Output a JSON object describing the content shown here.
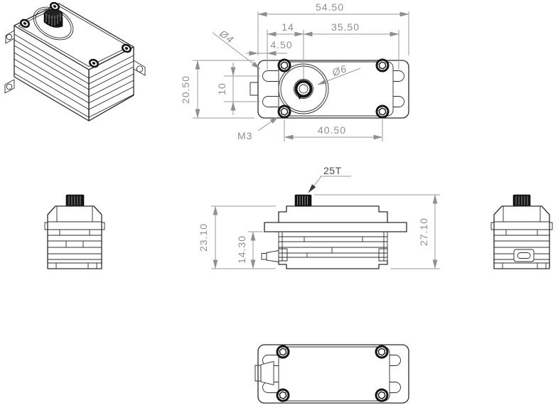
{
  "drawing": {
    "views": {
      "top": {
        "dims": {
          "overall_length": "54.50",
          "slot_to_shaft": "14",
          "shaft_to_right_slot": "35.50",
          "edge_to_slot": "4.50",
          "overall_width": "20.50",
          "slot_spacing": "10",
          "screw_spacing": "40.50"
        },
        "callouts": {
          "slot_diameter": "Ø4",
          "shaft_diameter": "Ø6",
          "screw_thread": "M3"
        }
      },
      "front": {
        "dims": {
          "case_height": "23.10",
          "base_height": "14.30",
          "overall_height": "27.10"
        },
        "callouts": {
          "spline": "25T"
        }
      }
    },
    "colors": {
      "line": "#2b2b2b",
      "dimension": "#9a9a9a",
      "dark_fill": "#141414",
      "background": "#ffffff"
    }
  }
}
